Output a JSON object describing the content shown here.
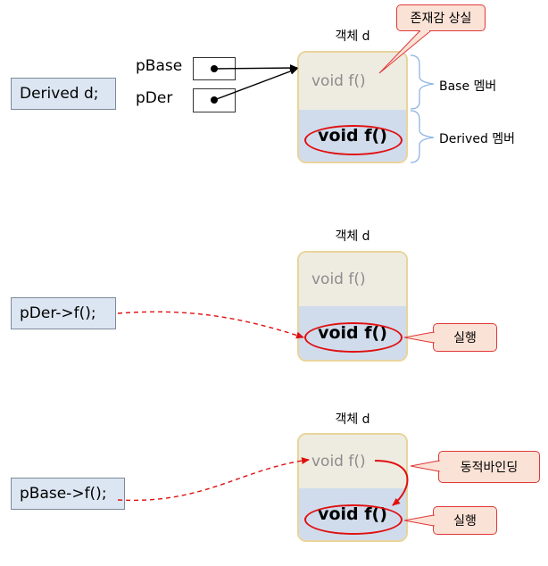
{
  "panel1": {
    "object_title": "객체 d",
    "code": "Derived d;",
    "pbase_label": "pBase",
    "pder_label": "pDer",
    "base_method": "void f()",
    "derived_method": "void f()",
    "callout": "존재감 상실",
    "base_member_label": "Base 멤버",
    "derived_member_label": "Derived 멤버"
  },
  "panel2": {
    "object_title": "객체 d",
    "code": "pDer->f();",
    "base_method": "void f()",
    "derived_method": "void f()",
    "callout": "실행"
  },
  "panel3": {
    "object_title": "객체 d",
    "code": "pBase->f();",
    "base_method": "void f()",
    "derived_method": "void f()",
    "callout_binding": "동적바인딩",
    "callout_exec": "실행"
  },
  "colors": {
    "code_box_fill": "#dce6f2",
    "object_border": "#e8d49b",
    "base_section_fill": "#eeece1",
    "derived_section_fill": "#d0dcec",
    "highlight_red": "#e01010",
    "callout_fill": "#fbe2d6",
    "brace_blue": "#8eb4e3"
  }
}
